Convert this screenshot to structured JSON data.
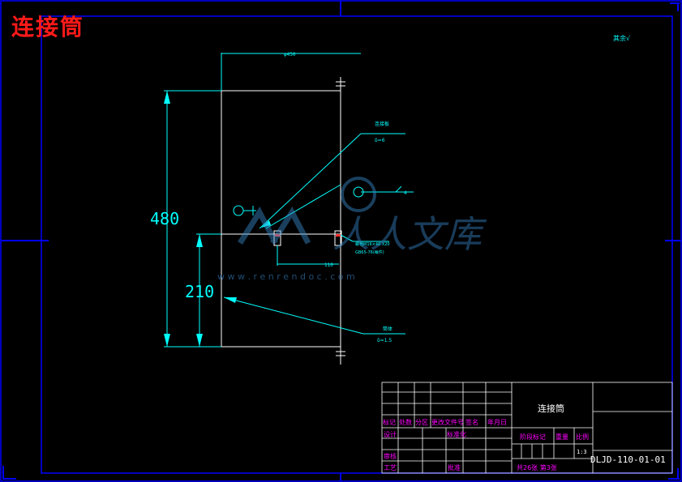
{
  "drawing": {
    "title_overlay": "连接筒",
    "roughness_note": "其余√",
    "dims": {
      "total_height": "480",
      "lower_height": "210",
      "top_width": "φ450",
      "slot_dim": "110",
      "leader_1_a": "连接板",
      "leader_1_b": "δ=6",
      "leader_2_a": "4",
      "leader_3_a": "螺栓M16×40 X20",
      "leader_3_b": "GB65-76(每件)",
      "leader_4_a": "筒体",
      "leader_4_b": "δ=1.5"
    },
    "watermark": {
      "brand": "人人文库",
      "url": "w w w . r e n r e n d o c . c o m"
    }
  },
  "title_block": {
    "part_name": "连接筒",
    "row_labels": [
      "标记",
      "处数",
      "分区",
      "更改文件号",
      "签名",
      "年月日"
    ],
    "design": "设计",
    "standardize": "标准化",
    "stage_mark": "阶段标记",
    "weight": "重量",
    "scale_label": "比例",
    "scale_value": "1:3",
    "review": "审核",
    "process": "工艺",
    "approve": "批准",
    "sheets": "共26张 第3张",
    "drawing_no": "DLJD-110-01-01"
  },
  "colors": {
    "border": "#0000ff",
    "outline": "#ffffff",
    "dimension": "#00ffff",
    "title_text": "#ff1a1a",
    "label_text": "#ff00ff"
  }
}
